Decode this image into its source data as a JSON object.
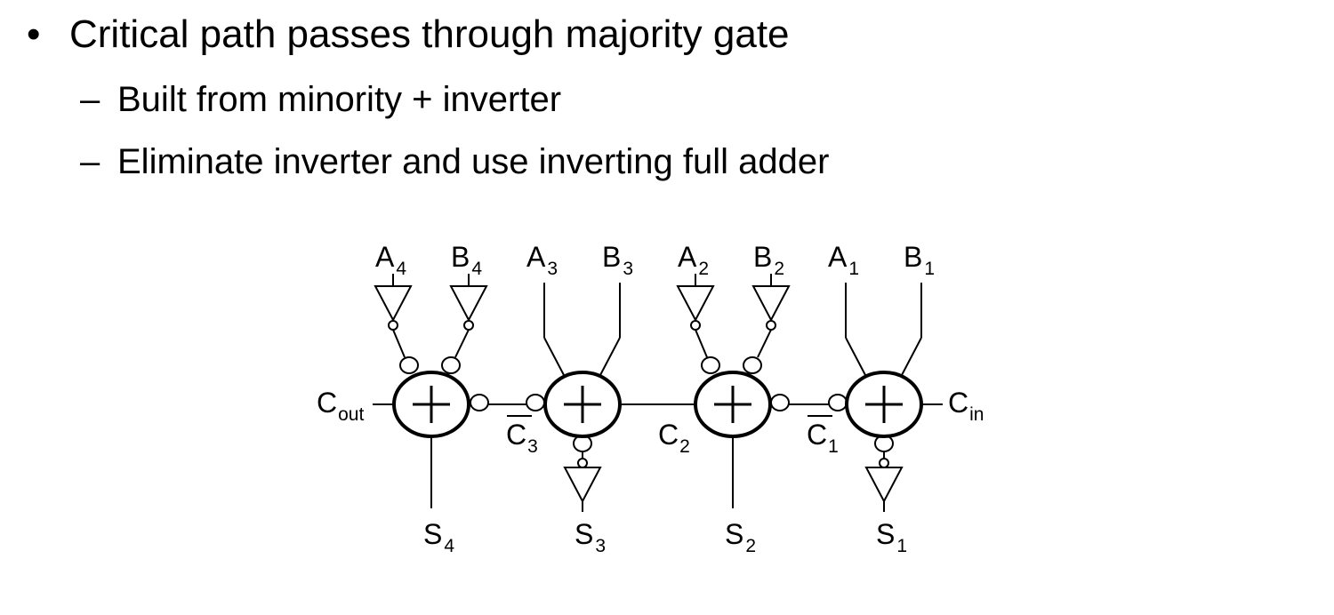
{
  "slide": {
    "bullet": "Critical path passes through majority gate",
    "sub_bullets": [
      "Built from minority + inverter",
      "Eliminate inverter and use inverting full adder"
    ]
  },
  "diagram": {
    "inputs": [
      {
        "base": "A",
        "sub": "4"
      },
      {
        "base": "B",
        "sub": "4"
      },
      {
        "base": "A",
        "sub": "3"
      },
      {
        "base": "B",
        "sub": "3"
      },
      {
        "base": "A",
        "sub": "2"
      },
      {
        "base": "B",
        "sub": "2"
      },
      {
        "base": "A",
        "sub": "1"
      },
      {
        "base": "B",
        "sub": "1"
      }
    ],
    "carry_out": {
      "base": "C",
      "sub": "out"
    },
    "carry_in": {
      "base": "C",
      "sub": "in"
    },
    "carries": [
      {
        "base": "C",
        "sub": "3",
        "overline": true
      },
      {
        "base": "C",
        "sub": "2",
        "overline": false
      },
      {
        "base": "C",
        "sub": "1",
        "overline": true
      }
    ],
    "sums": [
      {
        "base": "S",
        "sub": "4"
      },
      {
        "base": "S",
        "sub": "3"
      },
      {
        "base": "S",
        "sub": "2"
      },
      {
        "base": "S",
        "sub": "1"
      }
    ]
  }
}
